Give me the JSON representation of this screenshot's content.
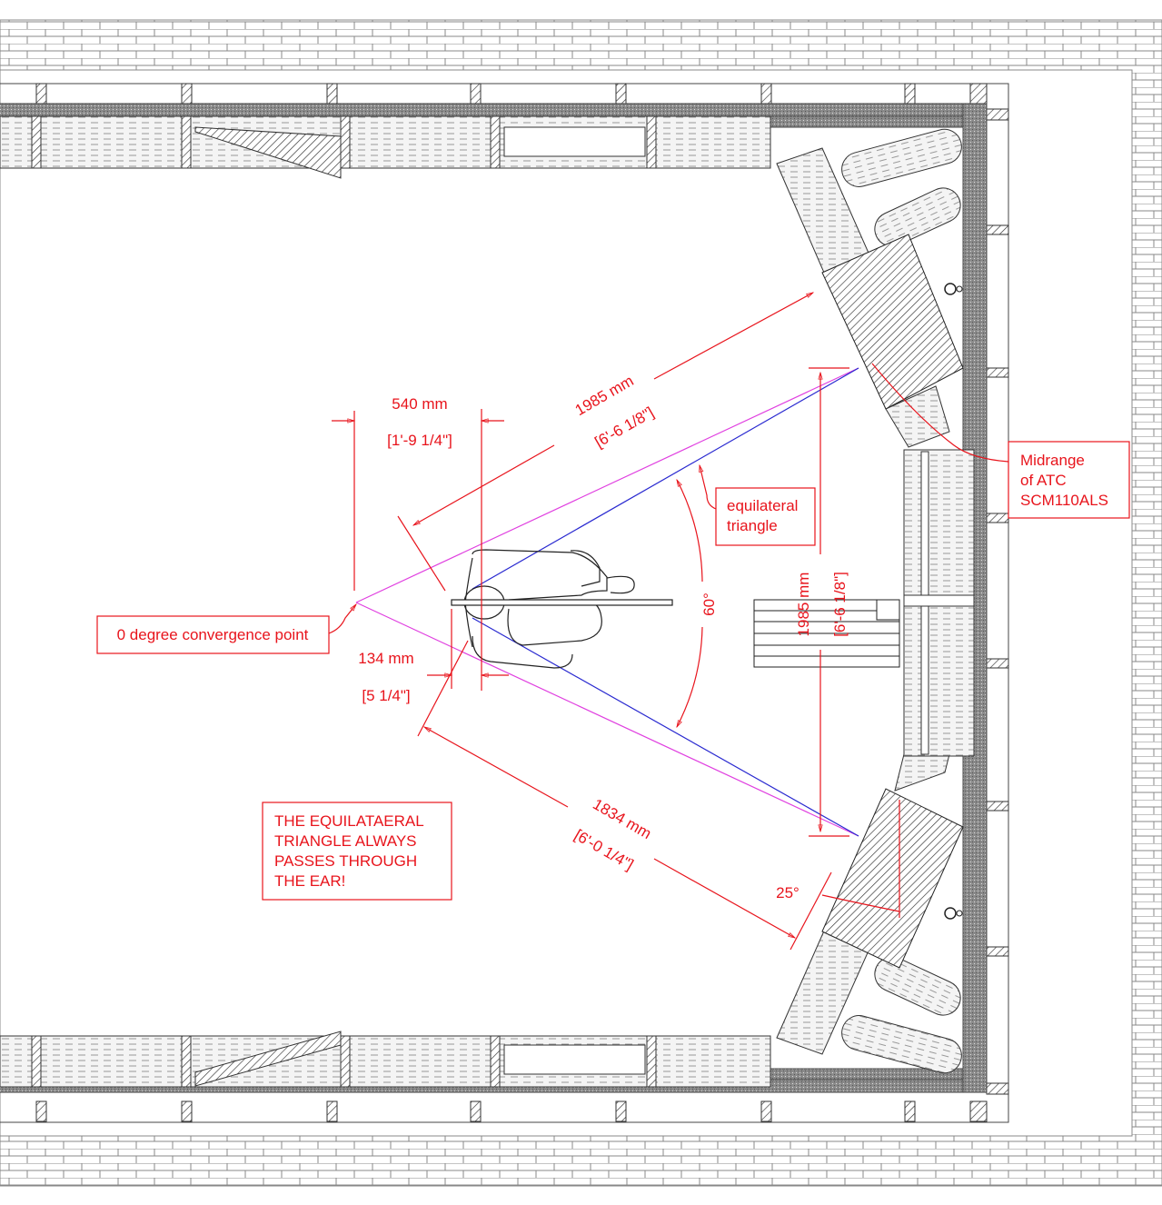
{
  "title": "Listening position equilateral triangle plan",
  "colors": {
    "annotation": "#e8141c",
    "triangle_outer": "#e040e0",
    "triangle_inner": "#2a2ad0",
    "wall": "#7a7a7a"
  },
  "dimensions": {
    "convergence_offset": {
      "metric": "540 mm",
      "imperial": "[1'-9 1/4\"]"
    },
    "speaker_to_convergence": {
      "metric": "1985 mm",
      "imperial": "[6'-6 1/8\"]"
    },
    "speaker_spacing": {
      "metric": "1985 mm",
      "imperial": "[6'-6 1/8\"]"
    },
    "ear_offset": {
      "metric": "134 mm",
      "imperial": "[5 1/4\"]"
    },
    "speaker_to_ear": {
      "metric": "1834 mm",
      "imperial": "[6'-0 1/4\"]"
    },
    "triangle_angle": "60°",
    "toe_in_angle": "25°"
  },
  "callouts": {
    "convergence": "0 degree convergence point",
    "equilateral": [
      "equilateral",
      "triangle"
    ],
    "midrange": [
      "Midrange",
      "of ATC",
      "SCM110ALS"
    ],
    "note": [
      "THE EQUILATAERAL",
      "TRIANGLE ALWAYS",
      "PASSES THROUGH",
      "THE EAR!"
    ]
  }
}
